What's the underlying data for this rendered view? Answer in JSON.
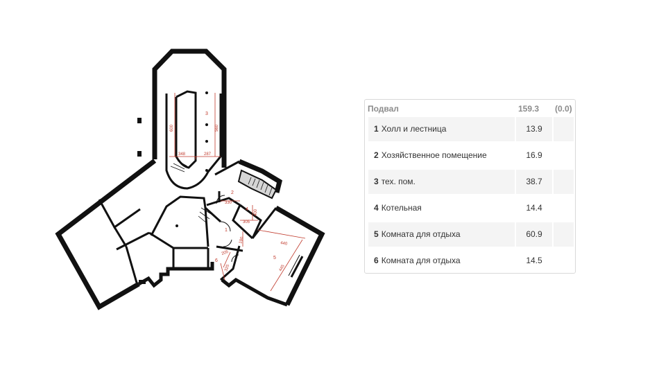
{
  "plan": {
    "room_numbers": [
      "1",
      "2",
      "3",
      "4",
      "5",
      "6"
    ],
    "dimensions": [
      "600",
      "560",
      "348",
      "287",
      "330",
      "400",
      "305",
      "190",
      "440",
      "445",
      "205",
      "325"
    ]
  },
  "table": {
    "title": "Подвал",
    "total": "159.3",
    "extra": "(0.0)",
    "rows": [
      {
        "num": "1",
        "name": "Холл и лестница",
        "area": "13.9"
      },
      {
        "num": "2",
        "name": "Хозяйственное помещение",
        "area": "16.9"
      },
      {
        "num": "3",
        "name": "тех. пом.",
        "area": "38.7"
      },
      {
        "num": "4",
        "name": "Котельная",
        "area": "14.4"
      },
      {
        "num": "5",
        "name": "Комната для отдыха",
        "area": "60.9"
      },
      {
        "num": "6",
        "name": "Комната для отдыха",
        "area": "14.5"
      }
    ]
  },
  "colors": {
    "walls": "#111111",
    "dimension_lines": "#c0392b",
    "stair_fill": "#d6d6d6",
    "row_shade": "#f4f4f4"
  }
}
